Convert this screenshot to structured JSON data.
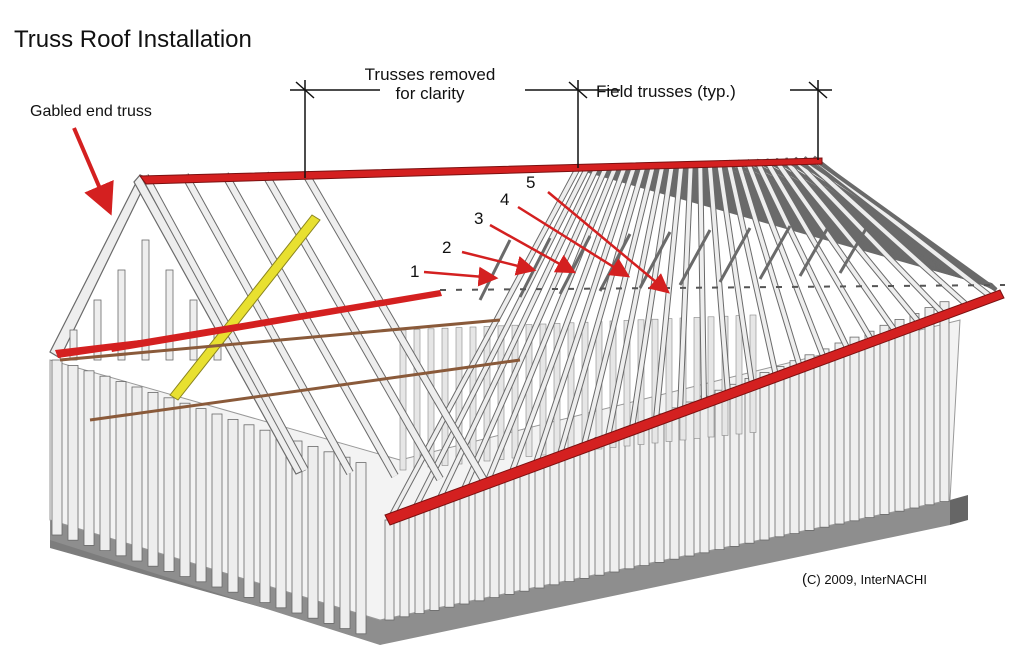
{
  "title": "Truss Roof Installation",
  "labels": {
    "gabled_end_truss": "Gabled end truss",
    "trusses_removed_line1": "Trusses removed",
    "trusses_removed_line2": "for clarity",
    "field_trusses": "Field trusses (typ.)",
    "copyright": "C) 2009, InterNACHI"
  },
  "callouts": [
    "1",
    "2",
    "3",
    "4",
    "5"
  ],
  "colors": {
    "red_member": "#d42020",
    "lumber": "#eeeeee",
    "lumber_edge": "#6a6a6a",
    "foundation": "#8e8e8e",
    "yellow_brace": "#e8e030",
    "brown_brace": "#8a5a3a",
    "plate": "#555555"
  },
  "icons": [
    "arrow-icon",
    "dimension-tick-icon",
    "copyright-icon"
  ]
}
